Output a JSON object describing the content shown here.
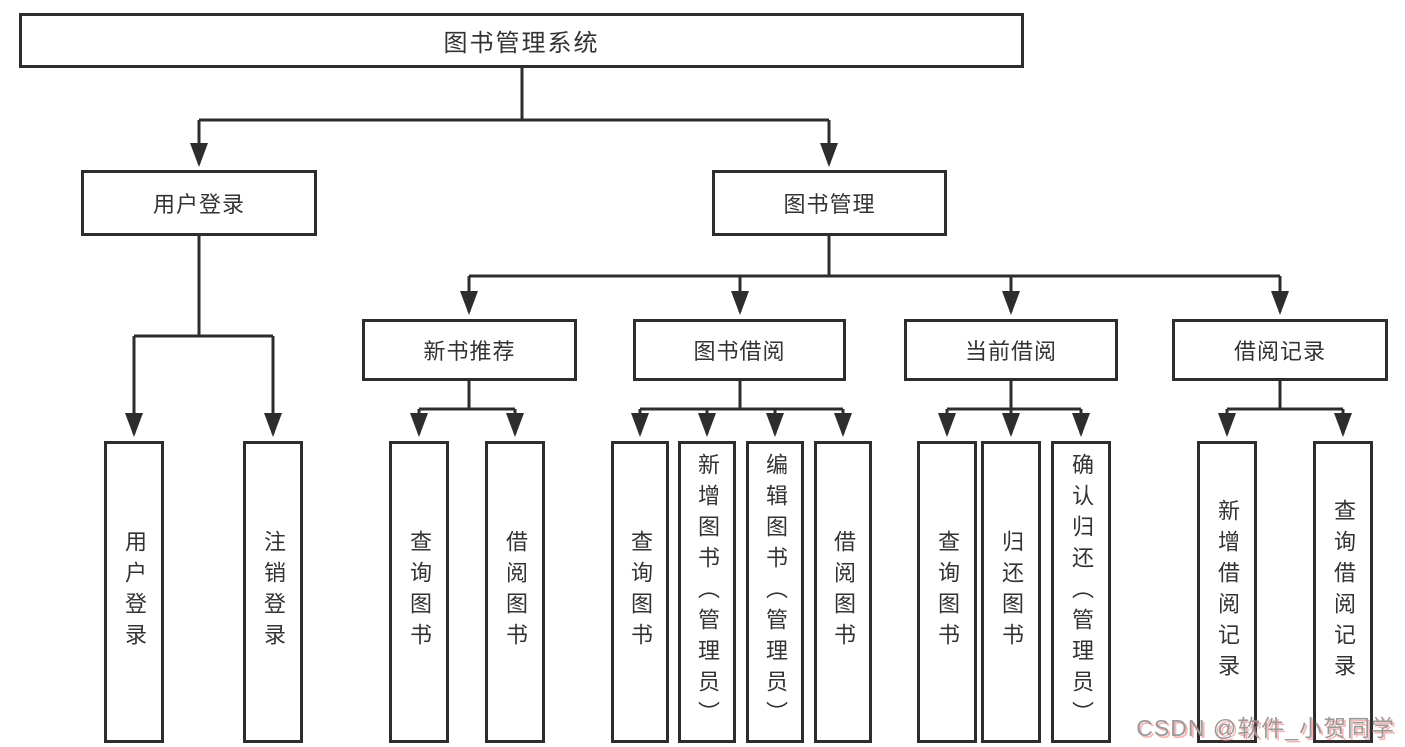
{
  "diagram": {
    "root": "图书管理系统",
    "level2": {
      "user_login": "用户登录",
      "book_mgmt": "图书管理"
    },
    "level3": {
      "new_book_rec": "新书推荐",
      "book_borrow": "图书借阅",
      "current_borrow": "当前借阅",
      "borrow_records": "借阅记录"
    },
    "leaves": {
      "user_login_1": "用户登录",
      "user_login_2": "注销登录",
      "new_book_1": "查询图书",
      "new_book_2": "借阅图书",
      "borrow_1": "查询图书",
      "borrow_2": "新增图书（管理员）",
      "borrow_3": "编辑图书（管理员）",
      "borrow_4": "借阅图书",
      "current_1": "查询图书",
      "current_2": "归还图书",
      "current_3": "确认归还（管理员）",
      "records_1": "新增借阅记录",
      "records_2": "查询借阅记录"
    },
    "watermark": "CSDN @软件_小贺同学",
    "colors": {
      "line": "#2d2d2d",
      "text": "#333333",
      "background": "#ffffff",
      "watermark_text": "#9a9a9a",
      "watermark_shadow": "#f07a7a"
    }
  }
}
